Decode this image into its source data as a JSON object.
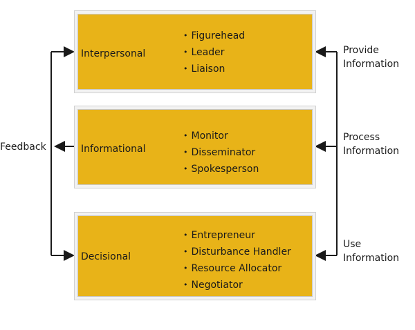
{
  "roles": [
    {
      "name": "Interpersonal",
      "items": [
        "Figurehead",
        "Leader",
        "Liaison"
      ]
    },
    {
      "name": "Informational",
      "items": [
        "Monitor",
        "Disseminator",
        "Spokesperson"
      ]
    },
    {
      "name": "Decisional",
      "items": [
        "Entrepreneur",
        "Disturbance Handler",
        "Resource Allocator",
        "Negotiator"
      ]
    }
  ],
  "feedback_label": "Feedback",
  "info_labels": [
    [
      "Provide",
      "Information"
    ],
    [
      "Process",
      "Information"
    ],
    [
      "Use",
      "Information"
    ]
  ],
  "colors": {
    "box_fill": "#e8b318",
    "line": "#1a1a1a"
  }
}
